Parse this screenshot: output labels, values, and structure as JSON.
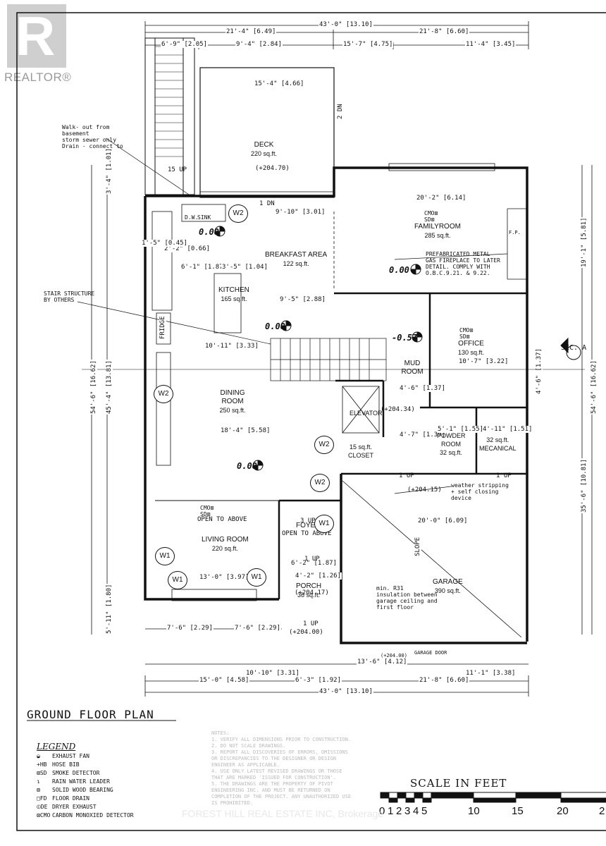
{
  "logo": {
    "letter": "R",
    "word": "REALTOR®"
  },
  "dimensions_top": [
    "43'-0\" [13.10]",
    "21'-4\" [6.49]",
    "21'-8\" [6.60]",
    "6'-9\" [2.05]",
    "9'-4\" [2.84]",
    "15'-7\" [4.75]",
    "11'-4\" [3.45]"
  ],
  "dimensions_bottom": [
    "10'-10\" [3.31]",
    "11'-1\" [3.38]",
    "15'-0\" [4.58]",
    "6'-3\" [1.92]",
    "21'-8\" [6.60]",
    "43'-0\" [13.10]",
    "7'-6\" [2.29]",
    "7'-6\" [2.29]",
    "13'-6\" [4.12]"
  ],
  "dimensions_side": [
    "3'-4\" [1.01]",
    "54'-6\" [16.62]",
    "45'-4\" [13.81]",
    "5'-11\" [1.80]",
    "19'-1\" [5.81]",
    "54'-6\" [16.62]",
    "35'-6\" [10.81]"
  ],
  "rooms": {
    "deck": {
      "name": "DECK",
      "area": "220 sq.ft."
    },
    "breakfast": {
      "name": "BREAKFAST AREA",
      "area": "122 sq.ft."
    },
    "kitchen": {
      "name": "KITCHEN",
      "area": "165 sq.ft."
    },
    "family": {
      "name": "FAMILYROOM",
      "area": "285 sq.ft."
    },
    "office": {
      "name": "OFFICE",
      "area": "130 sq.ft."
    },
    "mud": {
      "name": "MUD ROOM",
      "area": ""
    },
    "dining": {
      "name": "DINING ROOM",
      "area": "250 sq.ft."
    },
    "elevator": {
      "name": "ELEVATOR",
      "area": ""
    },
    "powder": {
      "name": "POWDER ROOM",
      "area": "32 sq.ft."
    },
    "mechanical": {
      "name": "MECANICAL",
      "area": "32 sq.ft."
    },
    "closet": {
      "name": "CLOSET",
      "area": "15 sq.ft."
    },
    "living": {
      "name": "LIVING ROOM",
      "area": "220 sq.ft."
    },
    "foyer": {
      "name": "FOYER",
      "area": ""
    },
    "porch": {
      "name": "PORCH",
      "area": "36 sq.ft."
    },
    "garage": {
      "name": "GARAGE",
      "area": "390 sq.ft."
    }
  },
  "labels": {
    "open_above_living": "OPEN TO ABOVE",
    "open_above_foyer": "OPEN TO ABOVE",
    "fridge": "FRIDGE",
    "sink": "SINK",
    "dw": "D.W.",
    "elev_000_a": "0.00",
    "elev_000_b": "0.00",
    "elev_000_c": "0.00",
    "elev_000_d": "0.00",
    "elev_057": "-0.57",
    "walkout_note": "Walk- out from\nbasement\nstorm sewer only\nDrain - connect to",
    "stair_note": "STAIR STRUCTURE\nBY OTHERS",
    "fireplace_note": "PREFABRICATED METAL\nGAS FIREPLACE TO LATER\nDETAIL. COMPLY WITH\nO.B.C.9.21. & 9.22.",
    "weather_note": "weather stripping\n+ self closing\ndevice",
    "garage_note": "min. R31\ninsulation between\ngarage ceiling and\nfirst floor",
    "garage_door": "GARAGE DOOR",
    "sec": "SEC. A",
    "up15": "15 UP",
    "up3": "3 UP",
    "up1a": "1 UP",
    "up1b": "1 UP",
    "up1c": "1 UP",
    "up1d": "1 UP",
    "dn2": "2 DN",
    "dn1": "1 DN",
    "el_20470": "(+204.70)",
    "el_20434": "(+204.34)",
    "el_20415": "(+204.15)",
    "el_20417": "(+204.17)",
    "el_20400a": "(+204.00)",
    "el_20400b": "(+204.00)",
    "slope": "SLOPE",
    "fp": "F.P.",
    "cmo": "CMO⊠\nSD⊠"
  },
  "interior_dims": {
    "d1": "15'-4\" [4.66]",
    "d2": "20'-2\" [6.14]",
    "d3": "9'-10\" [3.01]",
    "d4": "6'-1\" [1.87]",
    "d5": "3'-5\" [1.04]",
    "d6": "9'-5\" [2.88]",
    "d7": "10'-11\" [3.33]",
    "d8": "10'-7\" [3.22]",
    "d9": "18'-4\" [5.58]",
    "d10": "4'-6\" [1.37]",
    "d11": "4'-7\" [1.39]",
    "d12": "5'-1\" [1.55]",
    "d13": "4'-11\" [1.51]",
    "d14": "20'-0\" [6.09]",
    "d15": "13'-0\" [3.97]",
    "d16": "6'-2\" [1.87]",
    "d17": "4'-2\" [1.26]",
    "d18": "2'-2\" [0.66]",
    "d19": "1'-5\" [0.45]",
    "d20": "4'-6\" [1.37]"
  },
  "windows": [
    "W2",
    "W2",
    "W2",
    "W2",
    "W1",
    "W1",
    "W1",
    "W1"
  ],
  "title": "GROUND FLOOR PLAN",
  "legend": {
    "title": "LEGEND",
    "items": [
      {
        "sym": "◒",
        "text": "EXHAUST FAN"
      },
      {
        "sym": "+HB",
        "text": "HOSE BIB"
      },
      {
        "sym": "⊠SD",
        "text": "SMOKE DETECTOR"
      },
      {
        "sym": "↴",
        "text": "RAIN WATER LEADER"
      },
      {
        "sym": "⊠",
        "text": "SOLID WOOD BEARING"
      },
      {
        "sym": "□FD",
        "text": "FLOOR DRAIN"
      },
      {
        "sym": "⦶DE",
        "text": "DRYER EXHAUST"
      },
      {
        "sym": "⊠CMO",
        "text": "CARBON MONOXIED DETECTOR"
      }
    ]
  },
  "notes": [
    "NOTES:",
    "1. VERIFY ALL DIMENSIONS PRIOR TO CONSTRUCTION.",
    "2. DO NOT SCALE DRAWINGS.",
    "3. REPORT ALL DISCOVERIES OF ERRORS, OMISSIONS OR DISCREPANCIES TO THE DESIGNER OR DESIGN ENGINEER AS APPLICABLE.",
    "4. USE ONLY LATEST REVISED DRAWINGS OR THOSE THAT ARE MARKED 'ISSUED FOR CONSTRUCTION'.",
    "5. THE DRAWINGS ARE THE PROPERTY OF PIVOT ENGINEERING INC. AND MUST BE RETURNED ON COMPLETION OF THE PROJECT. ANY UNAUTHORIZED USE IS PROHIBITED."
  ],
  "scale": {
    "title": "SCALE IN FEET",
    "nums": [
      "0",
      "1",
      "2",
      "3",
      "4",
      "5",
      "10",
      "15",
      "20",
      "2"
    ]
  },
  "watermark": "FOREST HILL REAL ESTATE INC, Brokerage"
}
